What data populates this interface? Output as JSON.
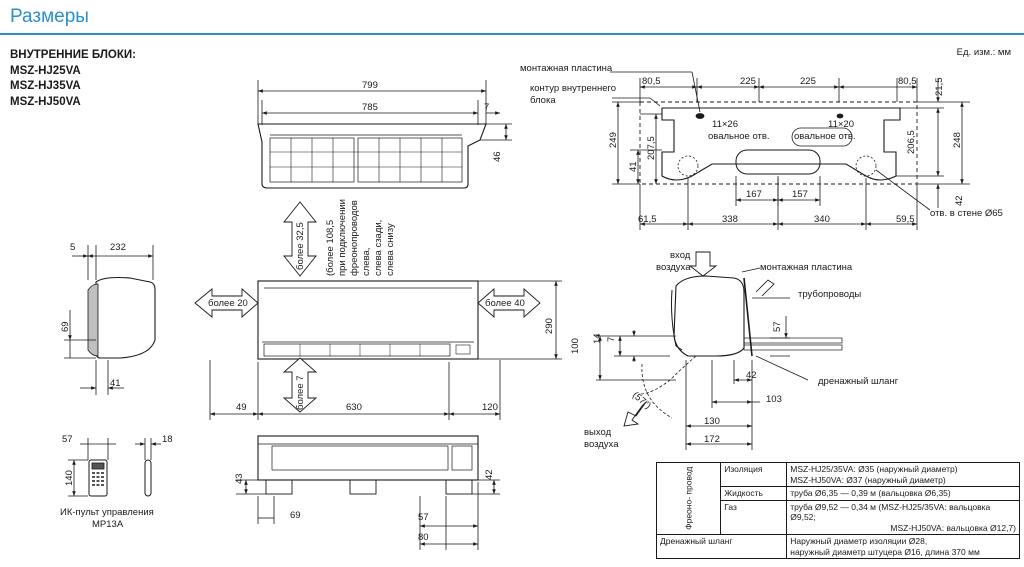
{
  "title": "Размеры",
  "units": "Ед. изм.: мм",
  "header": {
    "heading": "ВНУТРЕННИЕ БЛОКИ:",
    "models": [
      "MSZ-HJ25VA",
      "MSZ-HJ35VA",
      "MSZ-HJ50VA"
    ]
  },
  "top_view": {
    "width_total": "799",
    "width_inner": "785",
    "offset": "7",
    "depth": "46"
  },
  "side_view": {
    "depth": "232",
    "edge": "5",
    "height_low": "69",
    "bottom": "41"
  },
  "front_view": {
    "clear_top": "более 32,5",
    "clear_top_note": [
      "(более 108,5",
      "при подключении",
      "фреонопроводов",
      "слева,",
      "слева сзади,",
      "слева снизу"
    ],
    "clear_left": "более 20",
    "clear_right": "более 40",
    "clear_bottom": "более 7",
    "height": "290",
    "left_offset": "49",
    "center_span": "630",
    "right_offset": "120"
  },
  "bottom_view": {
    "left_height": "43",
    "right_height": "42",
    "pipe_offset": "69",
    "right_offset": "57",
    "right_total": "80"
  },
  "remote": {
    "width": "57",
    "thickness": "18",
    "height": "140",
    "caption": [
      "ИК-пульт управления",
      "MP13A"
    ]
  },
  "mount_plate": {
    "label_plate": "монтажная пластина",
    "label_contour": [
      "контур внутреннего",
      "блока"
    ],
    "top_dims": [
      "80,5",
      "225",
      "225",
      "80,5"
    ],
    "right_top": "21,5",
    "right_mid": "206,5",
    "right_total": "248",
    "right_bottom": "42",
    "left_total": "249",
    "left_mid": "207,5",
    "left_low": "41",
    "hole_left": [
      "11×26",
      "овальное отв."
    ],
    "hole_right": [
      "11×20",
      "овальное отв."
    ],
    "mid_dims": [
      "167",
      "157"
    ],
    "bottom_dims": [
      "61,5",
      "338",
      "340",
      "59,5"
    ],
    "wall_hole": "отв. в стене Ø65"
  },
  "airflow_view": {
    "air_in": [
      "вход",
      "воздуха"
    ],
    "air_out": [
      "выход",
      "воздуха"
    ],
    "label_plate": "монтажная пластина",
    "label_pipes": "трубопроводы",
    "label_drain": "дренажный шланг",
    "dim_left_total": "100",
    "dim_14": "14",
    "dim_7": "7",
    "dim_57": "57",
    "dim_42": "42",
    "dim_103": "103",
    "dim_130": "130",
    "dim_172": "172",
    "angle": "(57°)"
  },
  "spec_table": {
    "group": "Фреоно- провод",
    "rows": [
      {
        "key": "Изоляция",
        "lines": [
          "MSZ-HJ25/35VA: Ø35 (наружный диаметр)",
          "MSZ-HJ50VA: Ø37 (наружный диаметр)"
        ]
      },
      {
        "key": "Жидкость",
        "lines": [
          "труба Ø6,35 — 0,39 м (вальцовка Ø6,35)"
        ]
      },
      {
        "key": "Газ",
        "lines": [
          "труба Ø9,52 — 0,34 м (MSZ-HJ25/35VA: вальцовка Ø9,52;",
          "MSZ-HJ50VA: вальцовка Ø12,7)"
        ]
      }
    ],
    "drain_key": "Дренажный шланг",
    "drain_lines": [
      "Наружный диаметр изоляции Ø28,",
      "наружный диаметр штуцера Ø16, длина 370 мм"
    ]
  }
}
